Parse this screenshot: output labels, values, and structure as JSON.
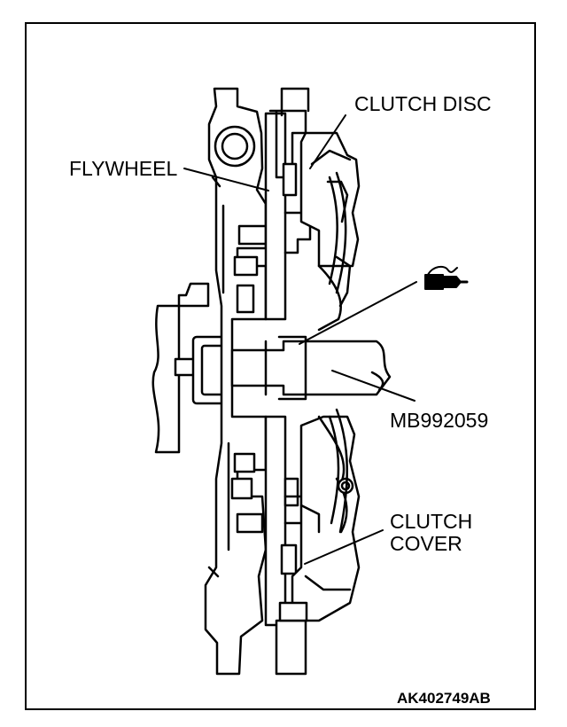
{
  "labels": {
    "clutch_disc": "CLUTCH DISC",
    "flywheel": "FLYWHEEL",
    "tool": "MB992059",
    "clutch_cover_line1": "CLUTCH",
    "clutch_cover_line2": "COVER"
  },
  "figure_ref": "AK402749AB",
  "icons": {
    "grease": "grease-brush-icon"
  }
}
